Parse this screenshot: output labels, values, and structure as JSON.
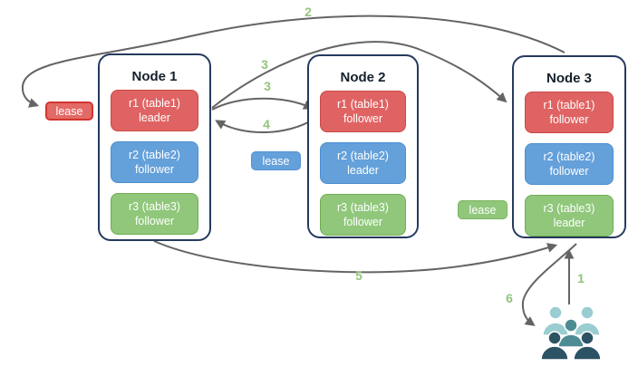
{
  "diagram": {
    "nodes": [
      {
        "title": "Node 1",
        "replicas": [
          {
            "name": "r1 (table1)",
            "role": "leader"
          },
          {
            "name": "r2 (table2)",
            "role": "follower"
          },
          {
            "name": "r3 (table3)",
            "role": "follower"
          }
        ]
      },
      {
        "title": "Node 2",
        "replicas": [
          {
            "name": "r1 (table1)",
            "role": "follower"
          },
          {
            "name": "r2 (table2)",
            "role": "leader"
          },
          {
            "name": "r3 (table3)",
            "role": "follower"
          }
        ]
      },
      {
        "title": "Node 3",
        "replicas": [
          {
            "name": "r1 (table1)",
            "role": "follower"
          },
          {
            "name": "r2 (table2)",
            "role": "follower"
          },
          {
            "name": "r3 (table3)",
            "role": "leader"
          }
        ]
      }
    ],
    "leases": [
      {
        "label": "lease",
        "color": "#e36a66"
      },
      {
        "label": "lease",
        "color": "#64a0da"
      },
      {
        "label": "lease",
        "color": "#90c77b"
      }
    ],
    "steps": [
      {
        "n": "2"
      },
      {
        "n": "3"
      },
      {
        "n": "3"
      },
      {
        "n": "4"
      },
      {
        "n": "5"
      },
      {
        "n": "6"
      },
      {
        "n": "1"
      }
    ],
    "colors": {
      "table1_red": "#e06363",
      "table2_blue": "#64a0da",
      "table3_green": "#90c77b",
      "step_label_green": "#93c47d",
      "arrow_gray": "#646464",
      "node_border_navy": "#253a5e",
      "clients_light_teal": "#9acdd1",
      "clients_mid_teal": "#4e8c94",
      "clients_dark_slate": "#2c5364"
    }
  }
}
